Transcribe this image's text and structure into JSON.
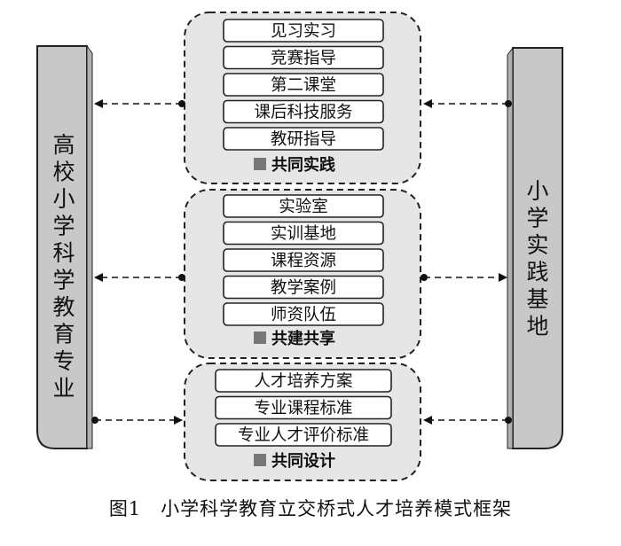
{
  "left_pillar": {
    "label": "高校小学科学教育专业"
  },
  "right_pillar": {
    "label": "小学实践基地"
  },
  "groups": [
    {
      "items": [
        "见习实习",
        "竞赛指导",
        "第二课堂",
        "课后科技服务",
        "教研指导"
      ],
      "label": "共同实践"
    },
    {
      "items": [
        "实验室",
        "实训基地",
        "课程资源",
        "教学案例",
        "师资队伍"
      ],
      "label": "共建共享"
    },
    {
      "items": [
        "人才培养方案",
        "专业课程标准",
        "专业人才评价标准"
      ],
      "label": "共同设计"
    }
  ],
  "caption": "图1　小学科学教育立交桥式人才培养模式框架",
  "colors": {
    "pillar_fill": "#c8c8c8",
    "group_fill": "#e6e6e6",
    "item_fill": "#ffffff",
    "stroke": "#222222",
    "marker": "#777777"
  }
}
